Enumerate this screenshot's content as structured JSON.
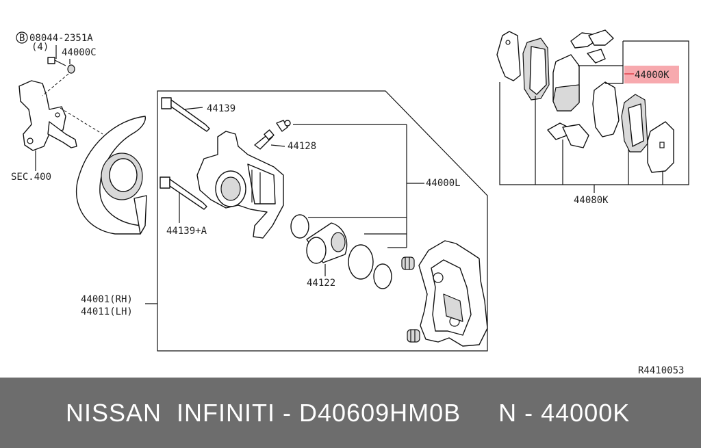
{
  "diagram": {
    "labels": {
      "bolt_ref": "08044-2351A",
      "bolt_qty": "(4)",
      "bolt_circle": "B",
      "washer_ref": "44000C",
      "sec": "SEC.400",
      "pin_bolt": "44139",
      "bleeder": "44128",
      "pin_bolt_a": "44139+A",
      "seal_kit": "44000L",
      "piston": "44122",
      "caliper_rh": "44001(RH)",
      "caliper_lh": "44011(LH)",
      "pad_kit": "44000K",
      "pad_set": "44080K",
      "code": "R4410053"
    },
    "highlight_color": "#f7a9ae"
  },
  "footer": {
    "text": "NISSAN  INFINITI - D40609HM0B     N - 44000K"
  }
}
